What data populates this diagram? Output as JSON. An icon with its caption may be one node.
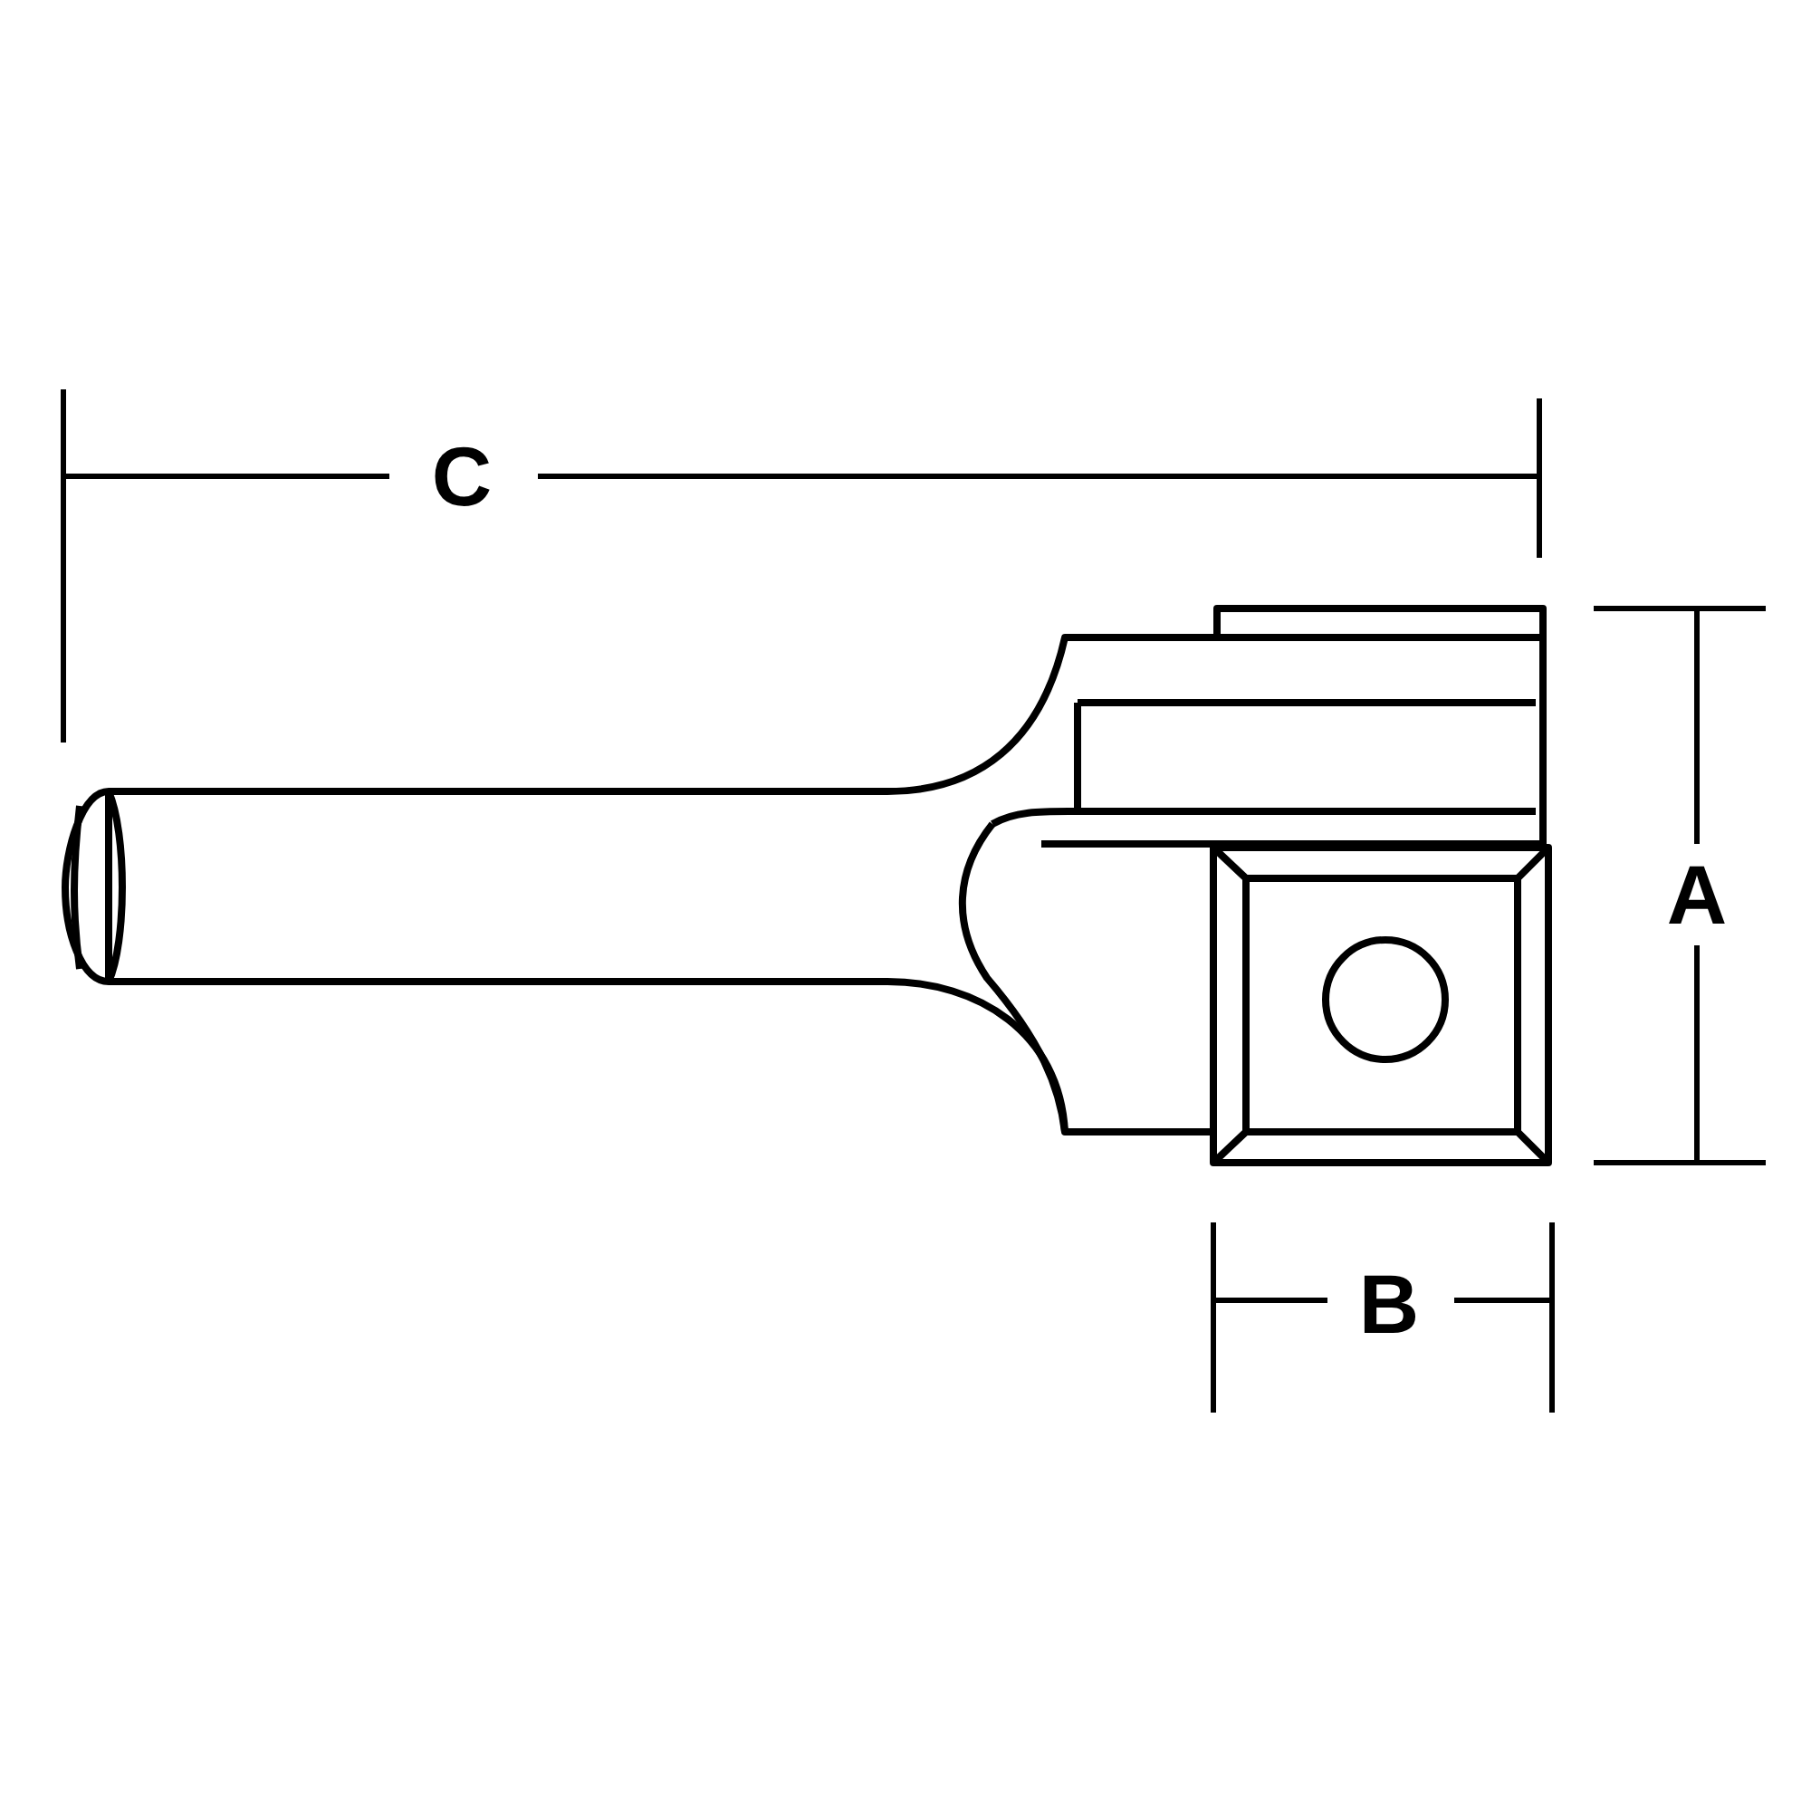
{
  "diagram": {
    "labels": [
      "C",
      "A",
      "B"
    ]
  }
}
